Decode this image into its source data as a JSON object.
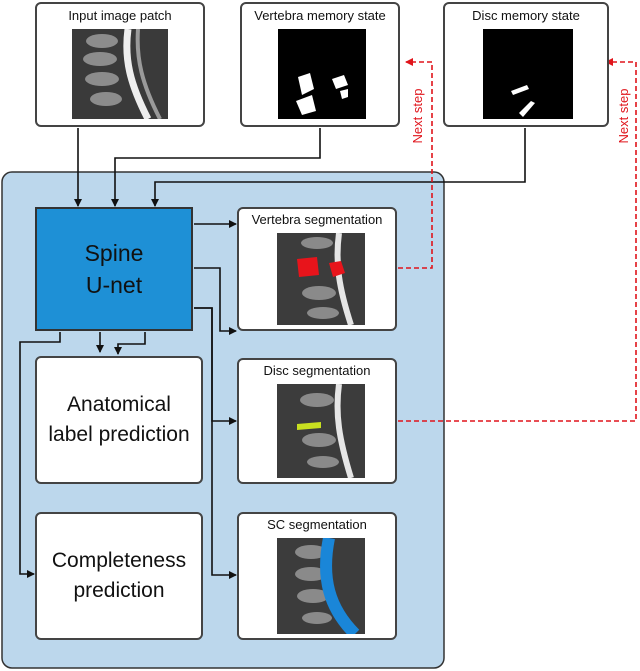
{
  "nodes": {
    "input_patch": "Input image patch",
    "vertebra_memory": "Vertebra memory state",
    "disc_memory": "Disc memory state",
    "unet_line1": "Spine",
    "unet_line2": "U-net",
    "anatomical_line1": "Anatomical",
    "anatomical_line2": "label prediction",
    "completeness_line1": "Completeness",
    "completeness_line2": "prediction",
    "vertebra_seg": "Vertebra segmentation",
    "disc_seg": "Disc segmentation",
    "sc_seg": "SC segmentation"
  },
  "edges": {
    "next_step_1": "Next step",
    "next_step_2": "Next step"
  },
  "colors": {
    "container_fill": "#bcd7ec",
    "unet_fill": "#1e90d6",
    "vertebra_mask": "#e8141b",
    "disc_mask": "#c8e020",
    "sc_mask": "#1a86d8",
    "feedback_arrow": "#e0141b"
  }
}
